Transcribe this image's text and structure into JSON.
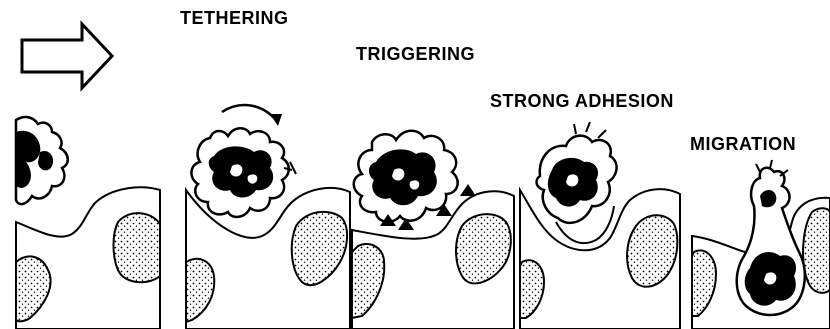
{
  "stages": {
    "tethering": "TETHERING",
    "triggering": "TRIGGERING",
    "strong_adhesion": "STRONG ADHESION",
    "migration": "MIGRATION"
  },
  "icons": {
    "direction": "right-arrow-outline-icon",
    "rotation": "curved-arrow-icon"
  }
}
